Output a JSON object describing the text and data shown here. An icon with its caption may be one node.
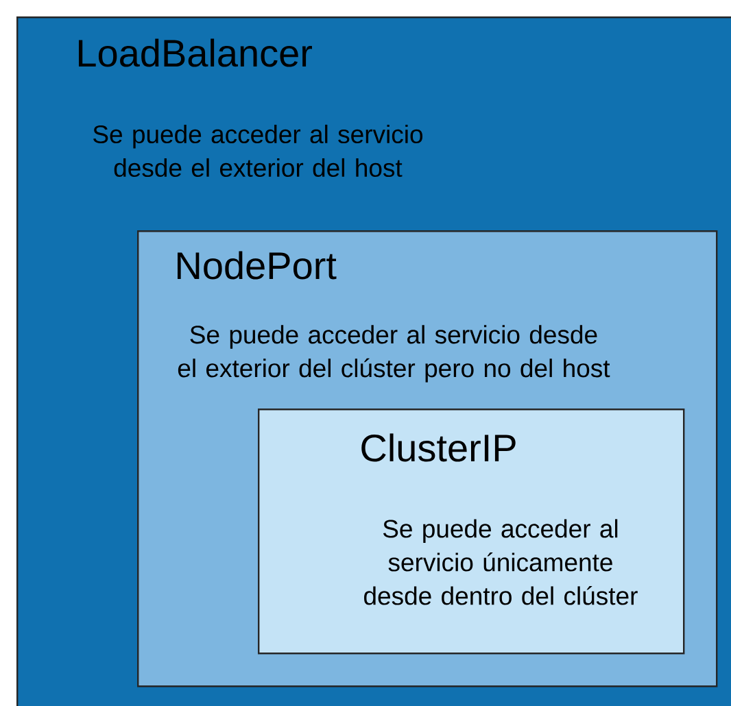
{
  "diagram": {
    "nodes": [
      {
        "text": [
          "LoadBalancer",
          "Se puede acceder al servicio desde el exterior del host"
        ]
      },
      {
        "text": [
          "NodePort",
          "Se puede acceder al servicio desde el exterior del clúster pero no del host"
        ],
        "in": 0
      },
      {
        "text": [
          "ClusterIP",
          "Se puede acceder al servicio únicamente desde dentro del clúster"
        ],
        "in": 1
      }
    ]
  }
}
